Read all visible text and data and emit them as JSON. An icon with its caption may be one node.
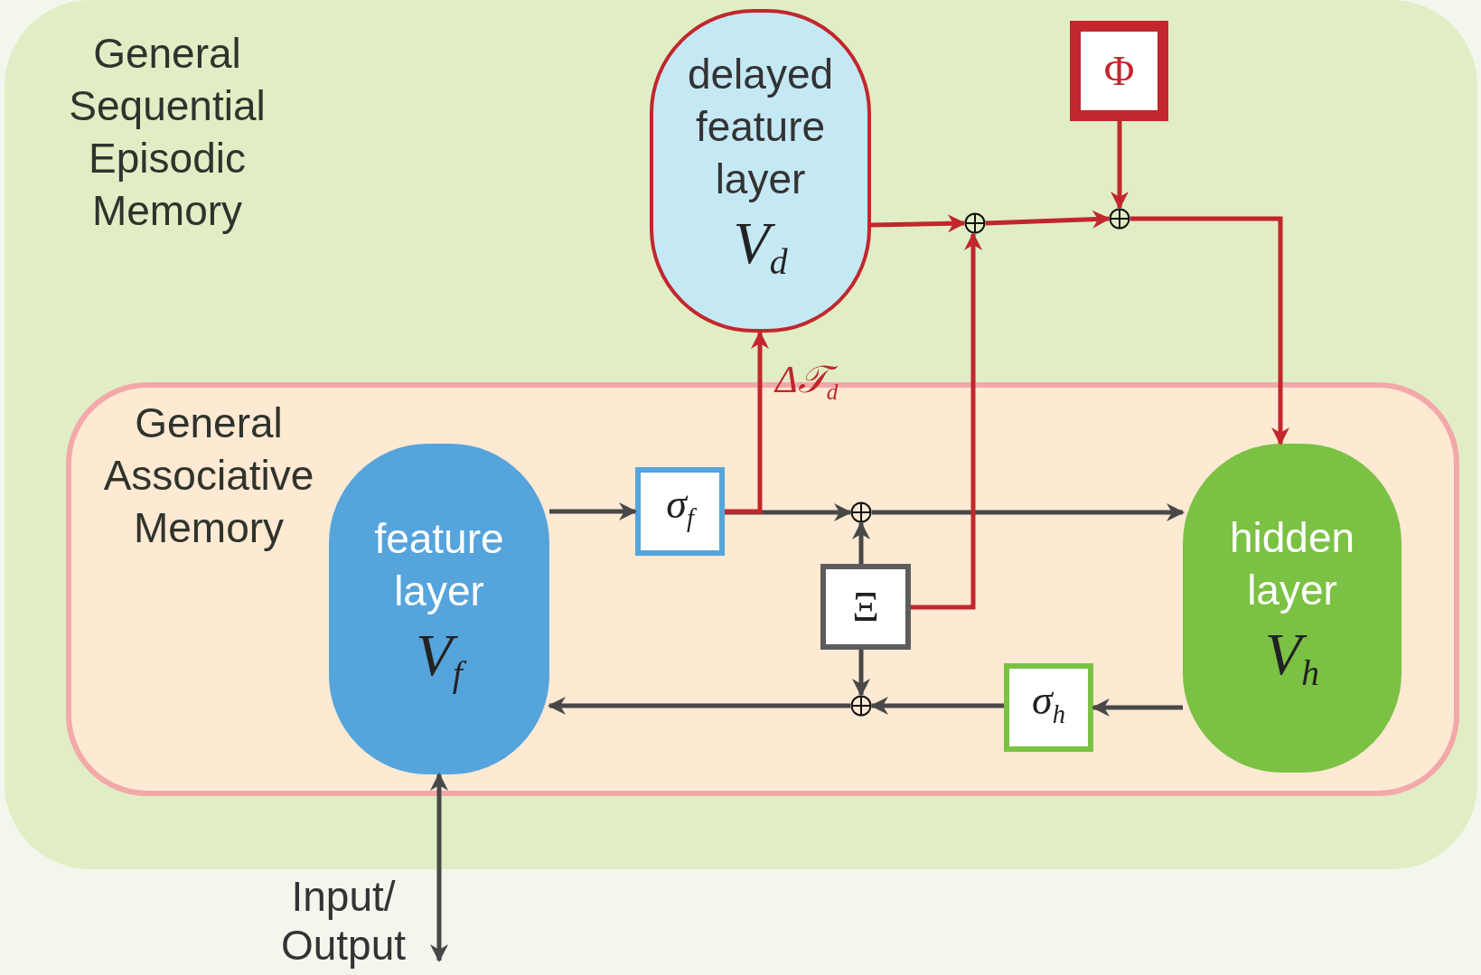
{
  "diagram": {
    "nodes": [
      {
        "text": [
          "General Sequential Episodic Memory"
        ]
      },
      {
        "text": [
          "General Associative Memory"
        ],
        "in": 0
      },
      {
        "text": [
          "delayed feature layer",
          "V$_{d}$"
        ],
        "in": 0
      },
      {
        "text": [
          "Φ"
        ],
        "in": 0
      },
      {
        "text": [],
        "shape": "circle",
        "in": 0
      },
      {
        "text": [],
        "shape": "circle",
        "in": 0
      },
      {
        "text": [
          "feature layer",
          "V$_{f}$"
        ],
        "in": 1
      },
      {
        "text": [
          "σ$_{f}$"
        ],
        "in": 1
      },
      {
        "text": [],
        "shape": "circle",
        "in": 1
      },
      {
        "text": [
          "Ξ"
        ],
        "in": 1
      },
      {
        "text": [],
        "shape": "circle",
        "in": 1
      },
      {
        "text": [
          "σ$_{h}$"
        ],
        "in": 1
      },
      {
        "text": [
          "hidden layer",
          "V$_{h}$"
        ],
        "in": 1
      }
    ],
    "edges": [
      {
        "from": 6,
        "to": 7,
        "arrow": "to"
      },
      {
        "from": 7,
        "to": 8,
        "arrow": "to"
      },
      {
        "from": 8,
        "to": 12,
        "arrow": "to"
      },
      {
        "from": 7,
        "to": 2,
        "arrow": "to",
        "label": "Δ𝒯$_{d}$",
        "color": "#c1272d"
      },
      {
        "from": 2,
        "to": 4,
        "arrow": "to",
        "color": "#c1272d"
      },
      {
        "from": 9,
        "to": 4,
        "arrow": "to",
        "color": "#c1272d"
      },
      {
        "from": 4,
        "to": 5,
        "arrow": "to",
        "color": "#c1272d"
      },
      {
        "from": 3,
        "to": 5,
        "arrow": "to",
        "color": "#c1272d"
      },
      {
        "from": 5,
        "to": 12,
        "arrow": "to",
        "color": "#c1272d"
      },
      {
        "from": 9,
        "to": 8,
        "arrow": "to"
      },
      {
        "from": 9,
        "to": 10,
        "arrow": "to"
      },
      {
        "from": 12,
        "to": 11,
        "arrow": "to"
      },
      {
        "from": 11,
        "to": 10,
        "arrow": "to"
      },
      {
        "from": 10,
        "to": 6,
        "arrow": "to"
      },
      {
        "from": 6,
        "to": null,
        "arrow": "both"
      }
    ],
    "labels": [
      "Input/ Output"
    ]
  }
}
